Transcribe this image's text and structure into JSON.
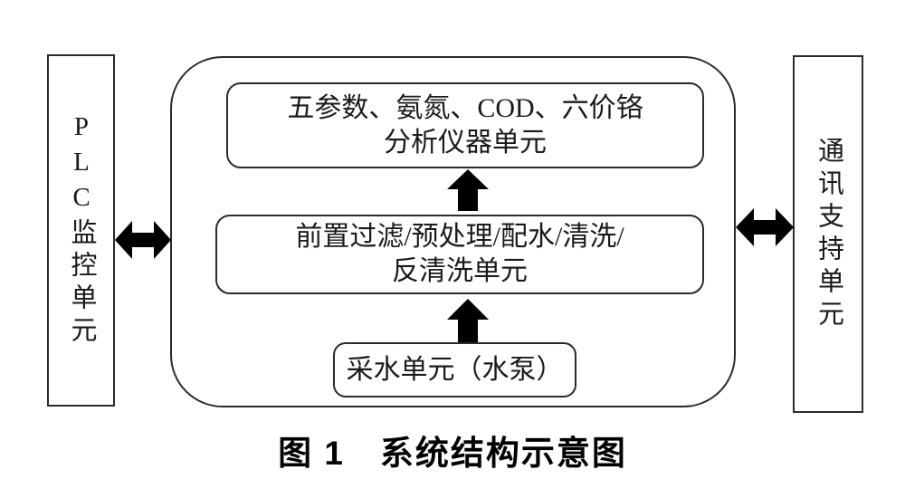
{
  "figure": {
    "caption": "图 1　系统结构示意图"
  },
  "left_unit": {
    "label": "PLC监控单元"
  },
  "right_unit": {
    "label": "通讯支持单元"
  },
  "enclosure": {
    "analyzer_unit": {
      "line1": "五参数、氨氮、COD、六价铬",
      "line2": "分析仪器单元"
    },
    "pretreatment_unit": {
      "line1": "前置过滤/预处理/配水/清洗/",
      "line2": "反清洗单元"
    },
    "water_intake_unit": {
      "label": "采水单元（水泵）"
    }
  },
  "icons": {
    "up_arrow": "solid black upward arrow",
    "double_arrow": "solid black double-headed horizontal arrow"
  },
  "colors": {
    "background": "#ffffff",
    "line": "#2b2b2b",
    "text": "#1a1a1a",
    "arrow": "#000000"
  }
}
